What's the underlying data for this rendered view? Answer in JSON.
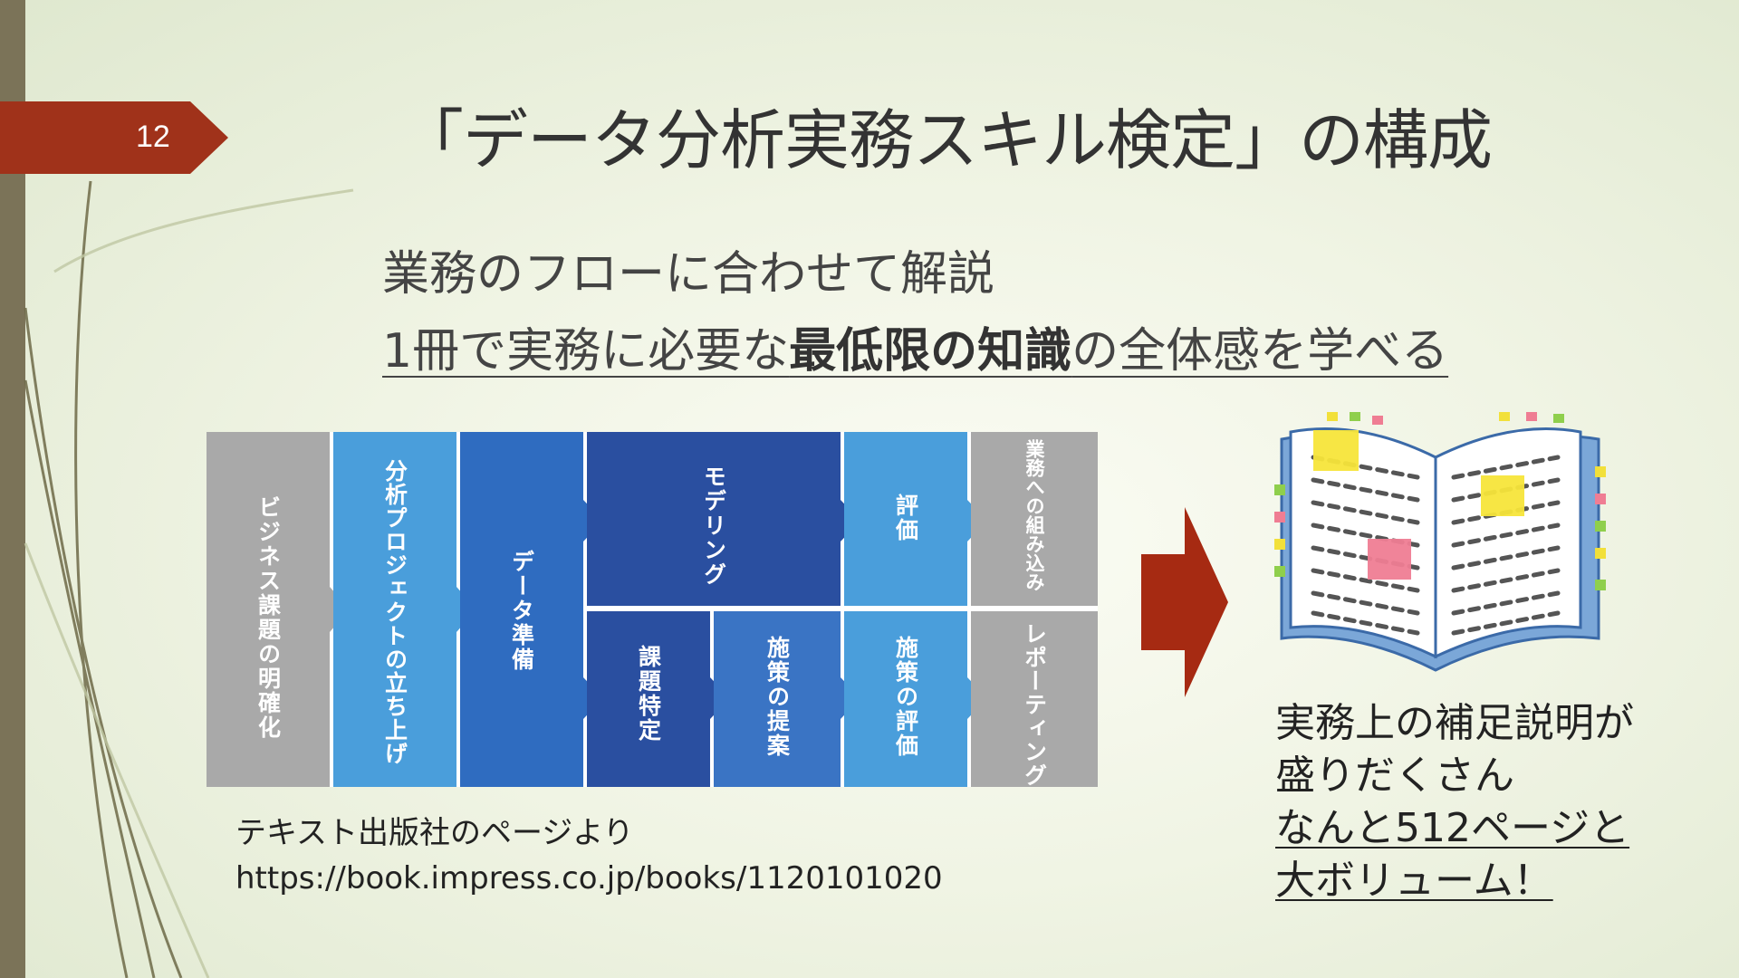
{
  "slide": {
    "page_number": "12",
    "title": "「データ分析実務スキル検定」の構成",
    "subtitle1": "業務のフローに合わせて解説",
    "subtitle2": {
      "before": "1冊で実務に必要な",
      "bold": "最低限の知識",
      "after": "の全体感を学べる"
    }
  },
  "flow": {
    "col1": "ビジネス課題の明確化",
    "col2": "分析プロジェクトの立ち上げ",
    "col3": "データ準備",
    "col4_top": "モデリング",
    "col4_bottom": "課題特定",
    "col5_bottom": "施策の提案",
    "col6_top": "評価",
    "col6_bottom": "施策の評価",
    "col7_top": "業務への組み込み",
    "col7_bottom": "レポーティング"
  },
  "credit": {
    "line1": "テキスト出版社のページより",
    "line2": "https://book.impress.co.jp/books/1120101020"
  },
  "note": {
    "line1": "実務上の補足説明が",
    "line2": "盛りだくさん",
    "line3": "なんと512ページと",
    "line4": "大ボリューム！"
  },
  "colors": {
    "tag": "#a0321a",
    "arrow": "#a62a12",
    "gray": "#a9a9a9",
    "light_blue": "#4a9edb",
    "mid_blue": "#2f6cc0",
    "dark_blue": "#2a4fa0"
  },
  "icons": [
    "open-book-icon",
    "right-arrow-icon"
  ]
}
